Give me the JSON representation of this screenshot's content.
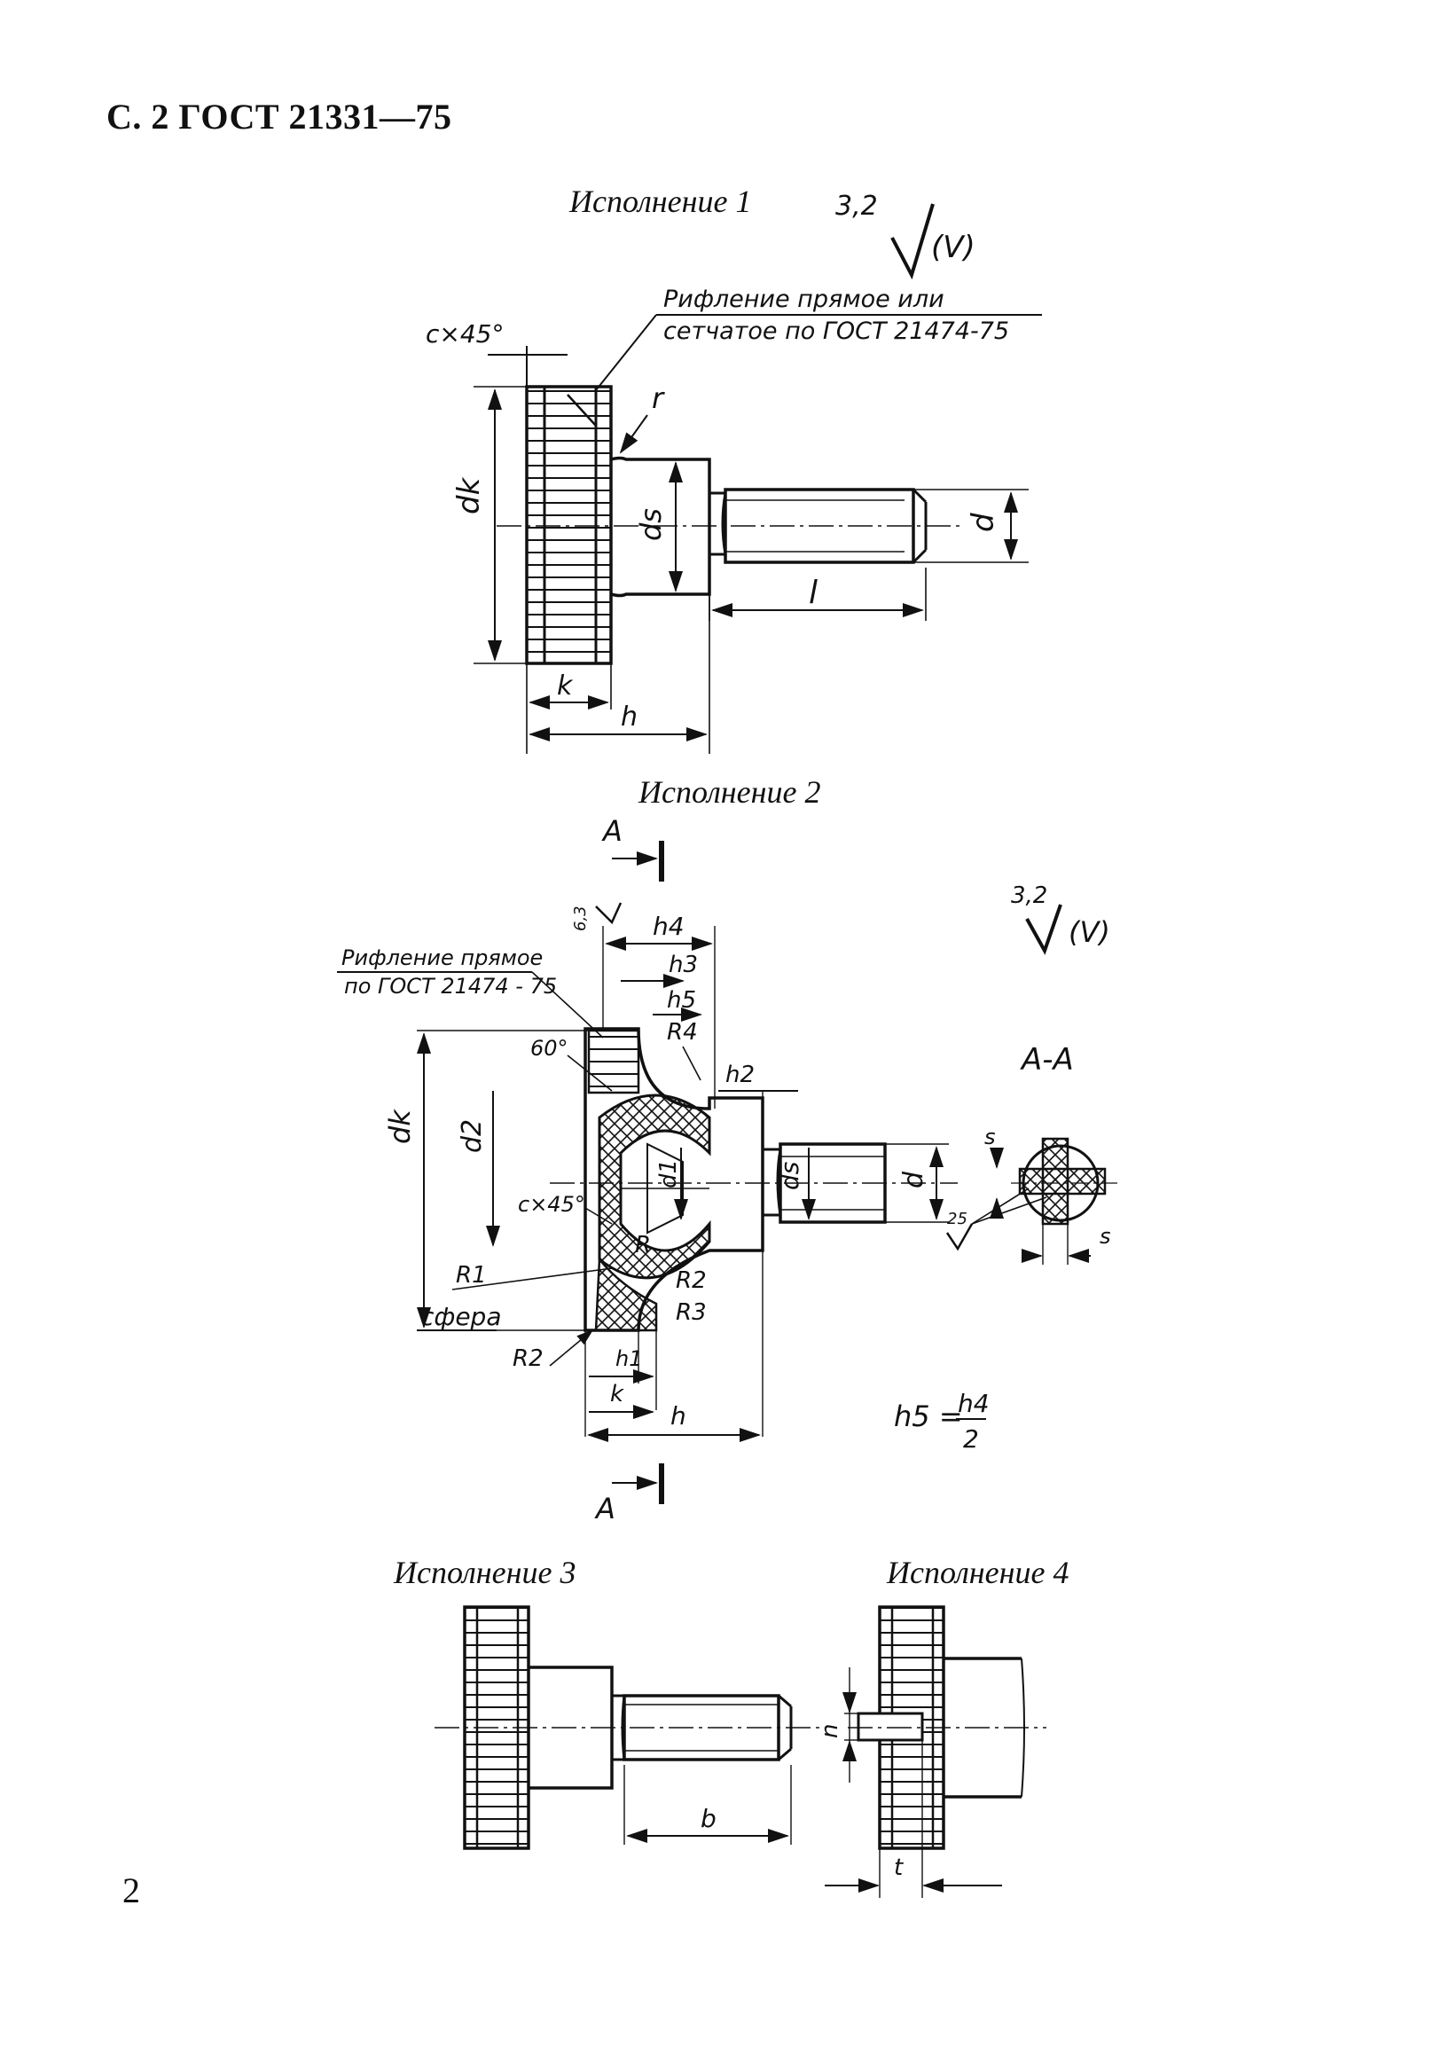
{
  "header": "С. 2 ГОСТ 21331—75",
  "page_number": "2",
  "captions": {
    "v1": "Исполнение 1",
    "v2": "Исполнение 2",
    "v3": "Исполнение 3",
    "v4": "Исполнение 4"
  },
  "figure1": {
    "roughness_value": "3,2",
    "roughness_tail": "(V)",
    "note_line1": "Рифление прямое или",
    "note_line2": "сетчатое по ГОСТ 21474-75",
    "chamfer": "c×45°",
    "r": "r",
    "dk": "dk",
    "ds": "ds",
    "d": "d",
    "l": "l",
    "k": "k",
    "h": "h"
  },
  "figure2": {
    "section_letter": "A",
    "roughness_small": "6,3",
    "roughness_value": "3,2",
    "roughness_tail": "(V)",
    "note_line1": "Рифление прямое",
    "note_line2": "по ГОСТ 21474 - 75",
    "angle": "60°",
    "chamfer": "c×45°",
    "h4": "h4",
    "h3": "h3",
    "h5": "h5",
    "h2": "h2",
    "h1": "h1",
    "R4": "R4",
    "R": "R",
    "R1": "R1",
    "R2": "R2",
    "R3": "R3",
    "sphere": "сфера",
    "dk": "dk",
    "d2": "d2",
    "d1": "d1",
    "ds": "ds",
    "d": "d",
    "k": "k",
    "h": "h",
    "section_title": "A-A",
    "s": "s",
    "roughness_25": "25",
    "formula_lhs": "h5 =",
    "formula_num": "h4",
    "formula_den": "2"
  },
  "figure3": {
    "b": "b"
  },
  "figure4": {
    "n": "n",
    "t": "t"
  }
}
